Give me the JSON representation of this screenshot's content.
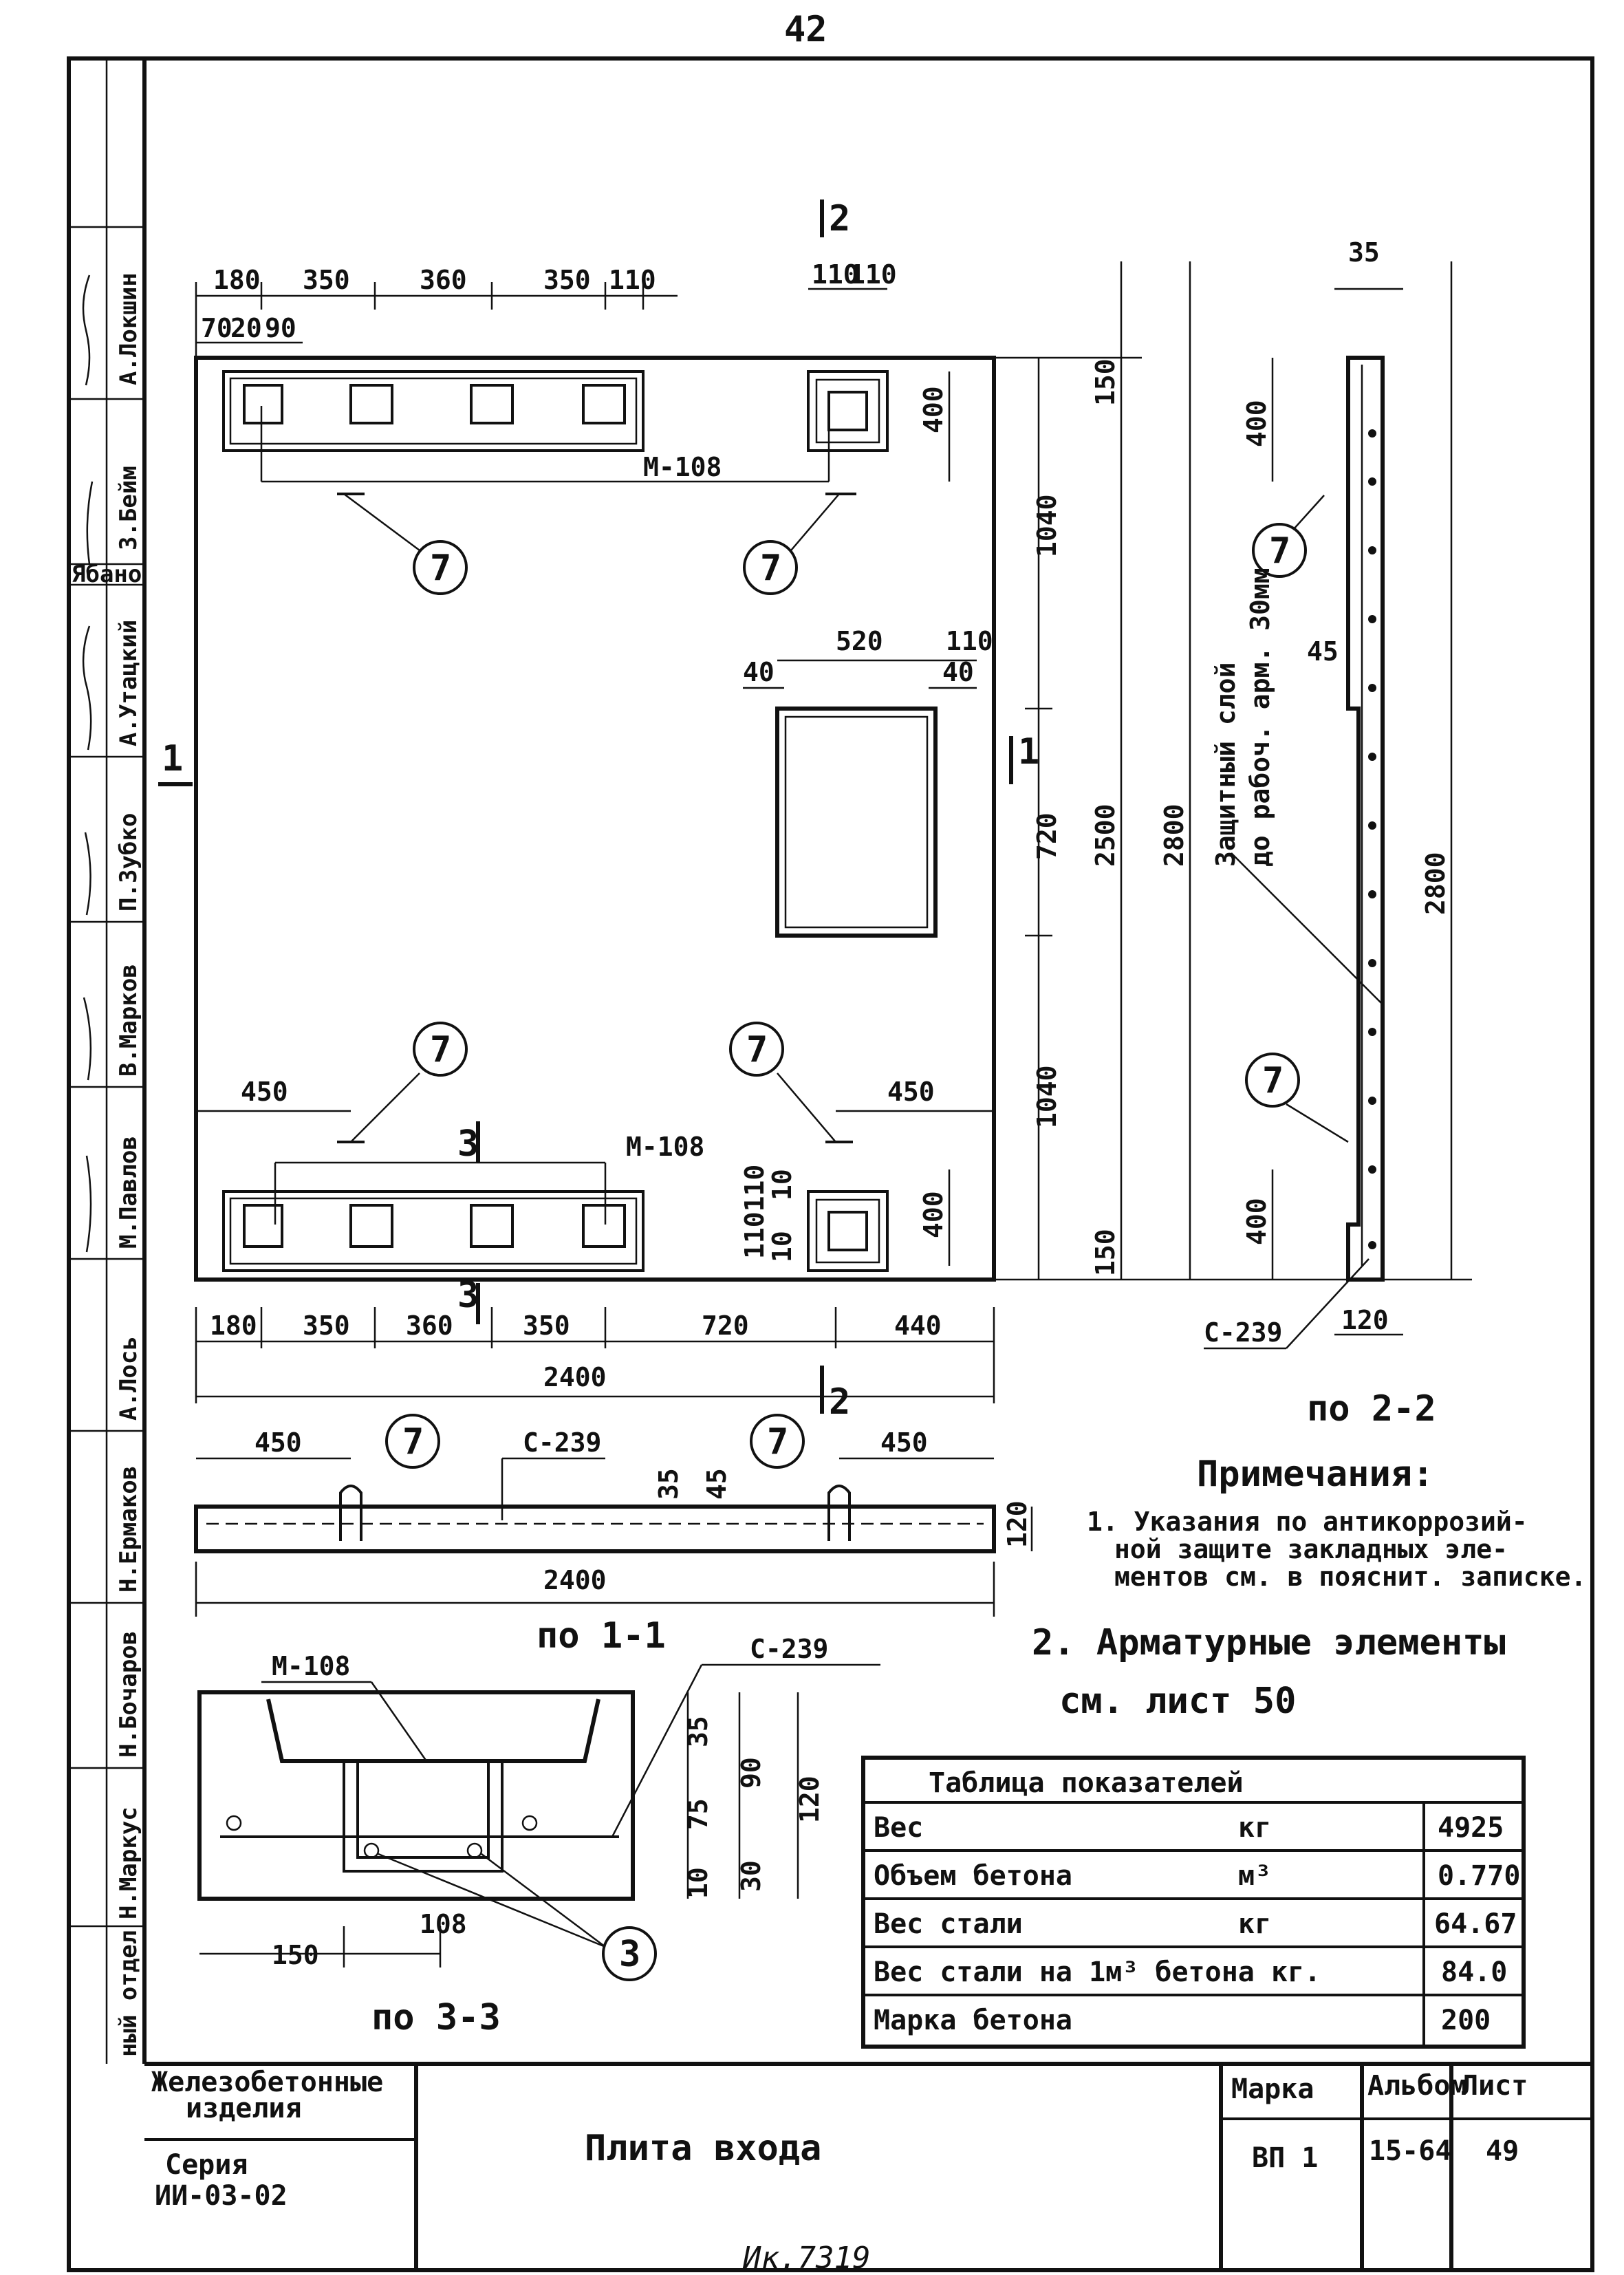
{
  "page_number": "42",
  "footer_stamp": "Ик.7319",
  "side_stamps": [
    "А.Локшин",
    "З.Бейм",
    "Ябано",
    "А.Утацкий",
    "П.Зубко",
    "В.Марков",
    "М.Павлов",
    "А.Лось",
    "Н.Ермаков",
    "Н.Бочаров",
    "Н.Маркус",
    "ный отдел"
  ],
  "plan": {
    "section_mark_1": "1",
    "section_mark_2": "2",
    "section_mark_3": "3",
    "top_dims": [
      "180",
      "350",
      "360",
      "350",
      "110"
    ],
    "top_sub_dims": [
      "70",
      "20",
      "90"
    ],
    "top_right_dims": [
      "110",
      "110"
    ],
    "bottom_dims": [
      "180",
      "350",
      "360",
      "350",
      "720",
      "440"
    ],
    "overall_width": "2400",
    "embed_top_label": "М-108",
    "embed_bottom_label": "М-108",
    "callout": "7",
    "dim_450_left": "450",
    "dim_450_right": "450",
    "opening_width": "520",
    "dim_110": "110",
    "dim_40_left": "40",
    "dim_40_right": "40",
    "dim_400_top": "400",
    "dim_400_bottom": "400",
    "dim_110_110": "110110",
    "dim_10": "10",
    "dim_720": "720",
    "dim_150_top": "150",
    "dim_1040_top": "1040",
    "dim_1040_bottom": "1040",
    "dim_2500": "2500",
    "dim_150_bottom": "150",
    "dim_2800": "2800"
  },
  "side_view": {
    "dim_35": "35",
    "dim_400_top": "400",
    "dim_45": "45",
    "note": "Защитный слой",
    "note2": "до рабоч. арм. 30мм",
    "dim_2800": "2800",
    "dim_400_bottom": "400",
    "dim_120": "120",
    "label_c239": "С-239",
    "section_title": "по 2-2"
  },
  "section_1": {
    "dim_450_left": "450",
    "label_c239": "С-239",
    "dim_450_right": "450",
    "dim_35": "35",
    "dim_45": "45",
    "dim_120": "120",
    "dim_2400": "2400",
    "title": "по 1-1"
  },
  "section_3": {
    "label_m108": "М-108",
    "label_c239": "С-239",
    "dim_35": "35",
    "dim_75": "75",
    "dim_90": "90",
    "dim_120": "120",
    "dim_30": "30",
    "dim_10": "10",
    "dim_108": "108",
    "dim_150": "150",
    "callout": "3",
    "title": "по 3-3"
  },
  "notes": {
    "heading": "Примечания:",
    "items": [
      "1. Указания по антикоррозий-",
      "ной защите закладных эле-",
      "ментов см. в пояснит. записке.",
      "2. Арматурные элементы",
      "см. лист 50"
    ]
  },
  "table": {
    "title": "Таблица показателей",
    "rows": [
      {
        "name": "Вес",
        "unit": "кг",
        "value": "4925"
      },
      {
        "name": "Объем бетона",
        "unit": "м³",
        "value": "0.770"
      },
      {
        "name": "Вес стали",
        "unit": "кг",
        "value": "64.67"
      },
      {
        "name": "Вес стали на 1м³ бетона кг.",
        "unit": "",
        "value": "84.0"
      },
      {
        "name": "Марка бетона",
        "unit": "",
        "value": "200"
      }
    ]
  },
  "title_block": {
    "category_line1": "Железобетонные",
    "category_line2": "изделия",
    "series_line1": "Серия",
    "series_line2": "ИИ-03-02",
    "name": "Плита входа",
    "mark_label": "Марка",
    "mark_value": "ВП 1",
    "album_label": "Альбом",
    "album_value": "15-64",
    "sheet_label": "Лист",
    "sheet_value": "49"
  }
}
